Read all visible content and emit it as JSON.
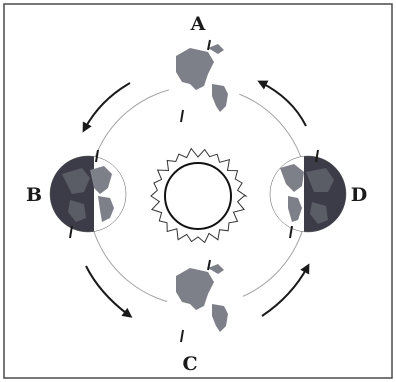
{
  "positions": [
    {
      "id": "A",
      "label": "A",
      "dark_side": "none"
    },
    {
      "id": "B",
      "label": "B",
      "dark_side": "left"
    },
    {
      "id": "C",
      "label": "C",
      "dark_side": "none"
    },
    {
      "id": "D",
      "label": "D",
      "dark_side": "right"
    }
  ],
  "colors": {
    "frame": "#4a4a4a",
    "orbit": "#9a9a9a",
    "night": "#3c3c48",
    "land": "#7d8088",
    "sun": "#111111",
    "arrow": "#1a1a1a"
  },
  "icons": [
    "sun-icon",
    "earth-icon",
    "orbit-arrow-icon"
  ]
}
